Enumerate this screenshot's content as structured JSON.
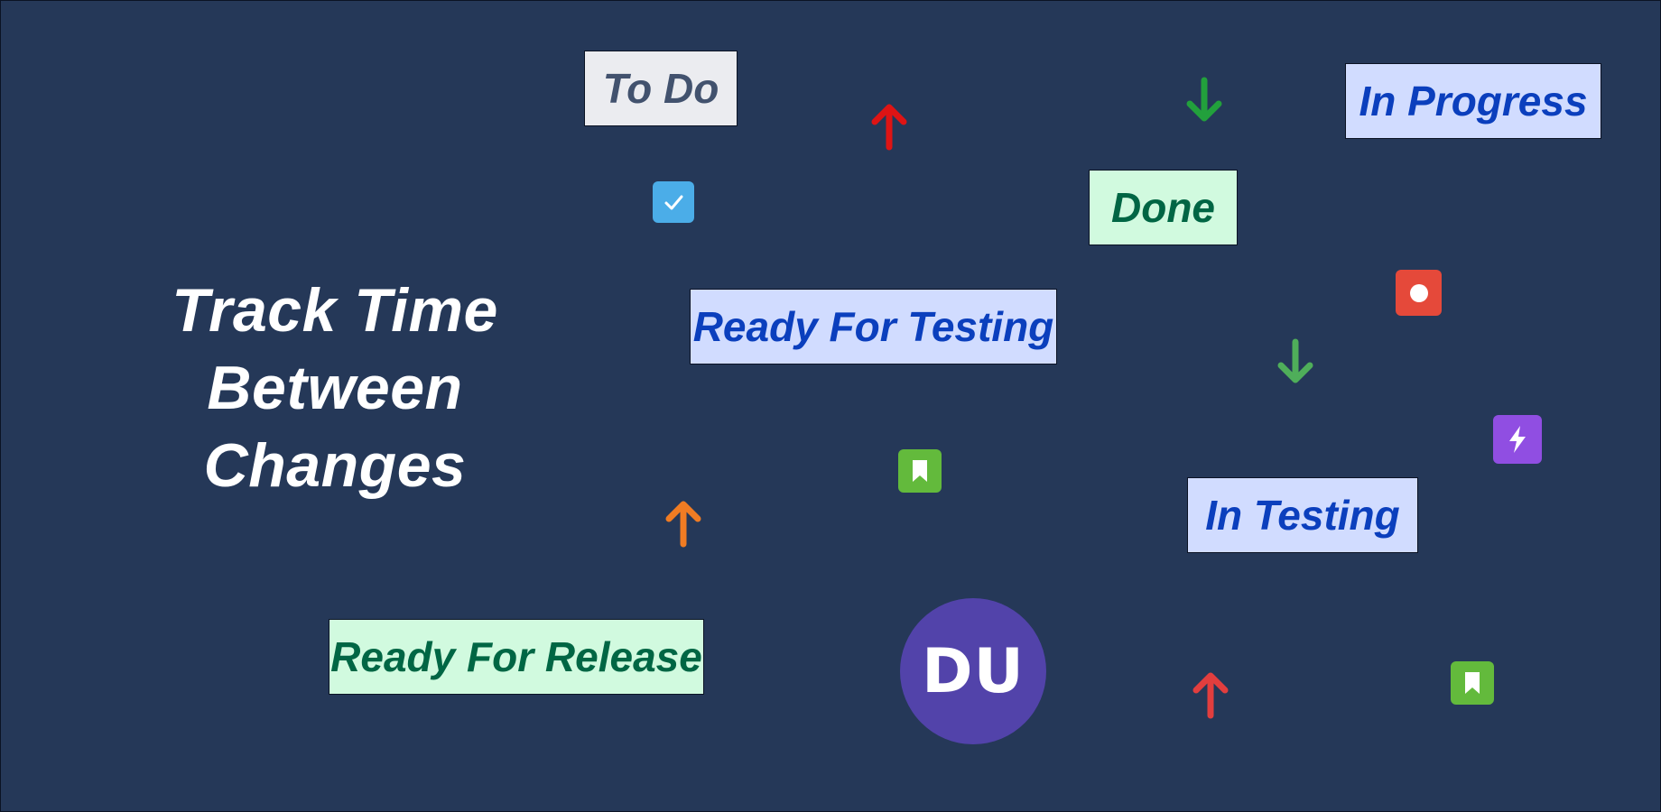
{
  "headline": {
    "line1": "Track Time",
    "line2": "Between Changes"
  },
  "statuses": {
    "todo": "To Do",
    "in_progress": "In Progress",
    "done": "Done",
    "ready_for_testing": "Ready For Testing",
    "in_testing": "In Testing",
    "ready_for_release": "Ready For Release"
  },
  "avatar": {
    "initials": "DU",
    "color": "#5243aa"
  },
  "colors": {
    "background": "#253858",
    "todo_bg": "#ebecf0",
    "blue_bg": "#d1dcff",
    "green_bg": "#d1fadf"
  },
  "icons": [
    "arrow-up-icon-red",
    "arrow-down-icon-green",
    "arrow-down-icon-green",
    "arrow-up-icon-orange",
    "arrow-up-icon-red",
    "task-checkbox-icon",
    "bug-icon",
    "epic-lightning-icon",
    "story-bookmark-icon",
    "story-bookmark-icon"
  ]
}
